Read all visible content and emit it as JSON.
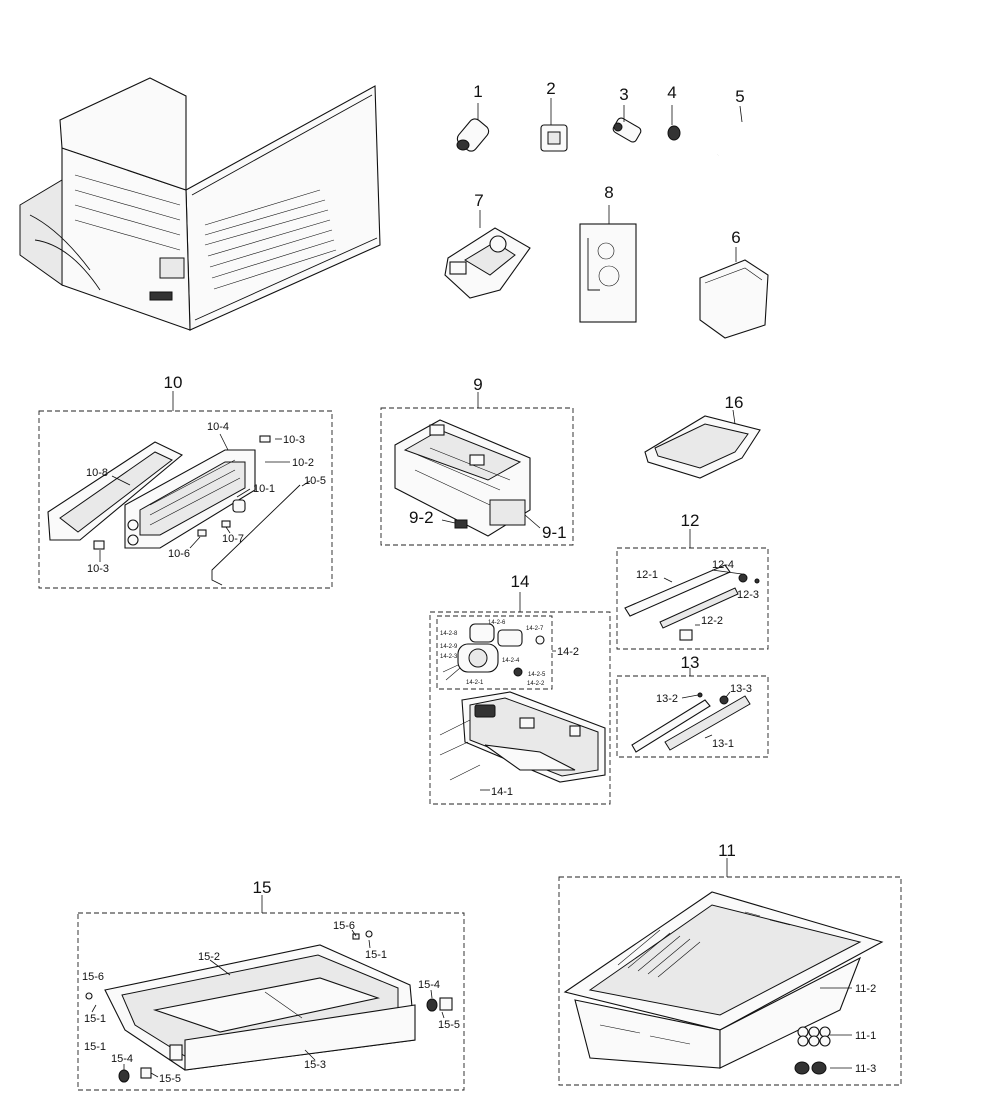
{
  "labels": {
    "p1": "1",
    "p2": "2",
    "p3": "3",
    "p4": "4",
    "p5": "5",
    "p6": "6",
    "p7": "7",
    "p8": "8",
    "p9": "9",
    "p9_1": "9-1",
    "p9_2": "9-2",
    "p10": "10",
    "p10_1": "10-1",
    "p10_2": "10-2",
    "p10_3a": "10-3",
    "p10_3b": "10-3",
    "p10_4": "10-4",
    "p10_5": "10-5",
    "p10_6": "10-6",
    "p10_7": "10-7",
    "p10_8": "10-8",
    "p11": "11",
    "p11_1": "11-1",
    "p11_2": "11-2",
    "p11_3": "11-3",
    "p12": "12",
    "p12_1": "12-1",
    "p12_2": "12-2",
    "p12_3": "12-3",
    "p12_4": "12-4",
    "p13": "13",
    "p13_1": "13-1",
    "p13_2": "13-2",
    "p13_3": "13-3",
    "p14": "14",
    "p14_1": "14-1",
    "p14_2": "14-2",
    "p14_2_1": "14-2-1",
    "p14_2_2": "14-2-2",
    "p14_2_3": "14-2-3",
    "p14_2_4": "14-2-4",
    "p14_2_5": "14-2-5",
    "p14_2_6": "14-2-6",
    "p14_2_7": "14-2-7",
    "p14_2_8": "14-2-8",
    "p14_2_9": "14-2-9",
    "p15": "15",
    "p15_1a": "15-1",
    "p15_1b": "15-1",
    "p15_1c": "15-1",
    "p15_2": "15-2",
    "p15_3": "15-3",
    "p15_4a": "15-4",
    "p15_4b": "15-4",
    "p15_5a": "15-5",
    "p15_5b": "15-5",
    "p15_6a": "15-6",
    "p15_6b": "15-6",
    "p16": "16"
  }
}
